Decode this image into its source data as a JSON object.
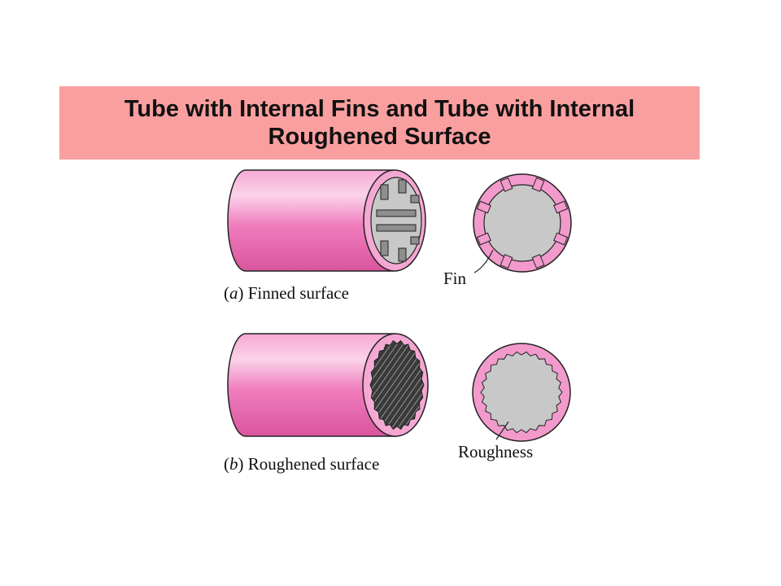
{
  "title": {
    "line1": "Tube with Internal Fins and Tube with Internal",
    "line2": "Roughened Surface"
  },
  "panels": [
    {
      "caption_prefix": "(",
      "caption_letter": "a",
      "caption_rest": ") Finned surface",
      "callout": "Fin"
    },
    {
      "caption_prefix": "(",
      "caption_letter": "b",
      "caption_rest": ") Roughened surface",
      "callout": "Roughness"
    }
  ],
  "colors": {
    "banner": "#fa9f9f",
    "tube_pink": "#f07cbd",
    "tube_light": "#f8c4e2",
    "inner_gray": "#c8c8c8",
    "fin_gray": "#9a9a9a",
    "outline": "#222222"
  }
}
